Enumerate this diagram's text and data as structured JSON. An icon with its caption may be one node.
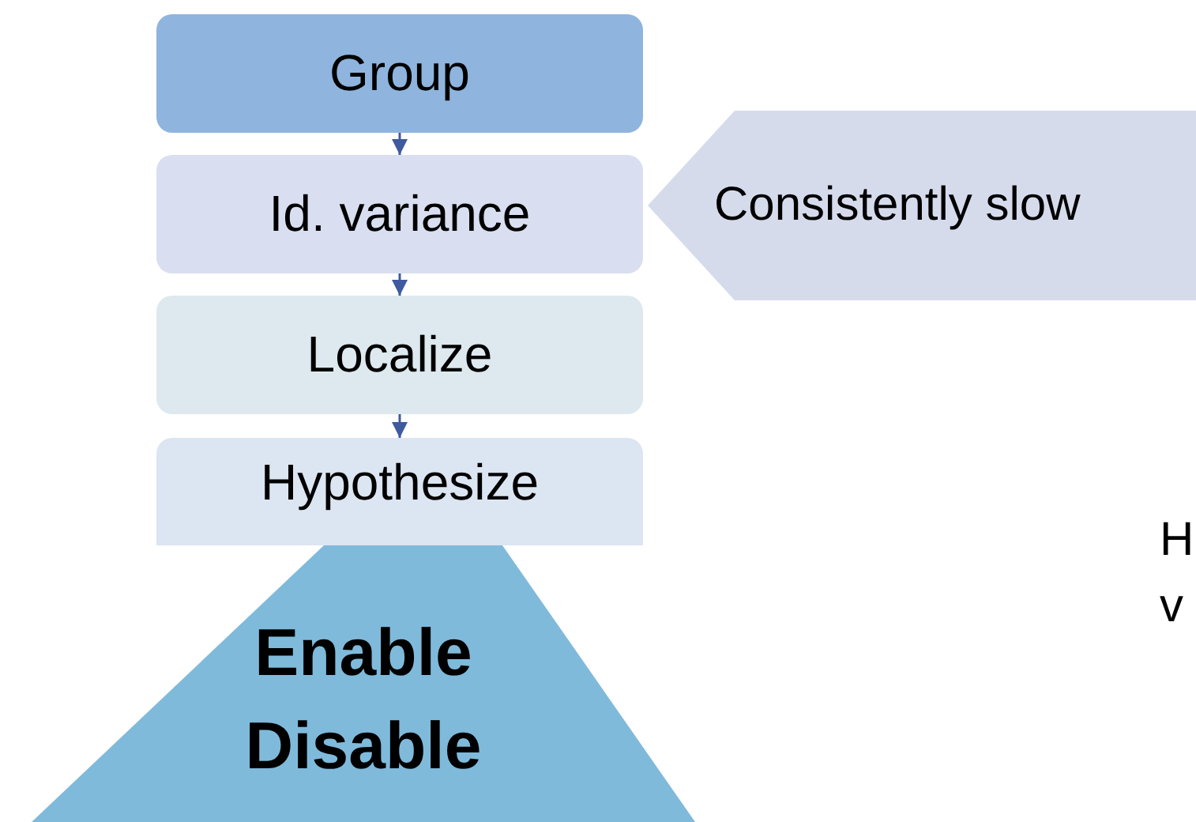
{
  "diagram": {
    "nodes": [
      {
        "text": [
          "Group"
        ]
      },
      {
        "text": [
          "Id. variance"
        ]
      },
      {
        "text": [
          "Localize"
        ]
      },
      {
        "text": [
          "Hypothesize"
        ]
      },
      {
        "text": [
          "Consistently slow"
        ]
      },
      {
        "text": [
          "Enable Disable"
        ]
      }
    ],
    "edges": [
      {
        "from": 0,
        "to": 1,
        "arrow": "to"
      },
      {
        "from": 1,
        "to": 2,
        "arrow": "to"
      },
      {
        "from": 2,
        "to": 3,
        "arrow": "to"
      }
    ],
    "labels": [
      "H",
      "v"
    ]
  }
}
